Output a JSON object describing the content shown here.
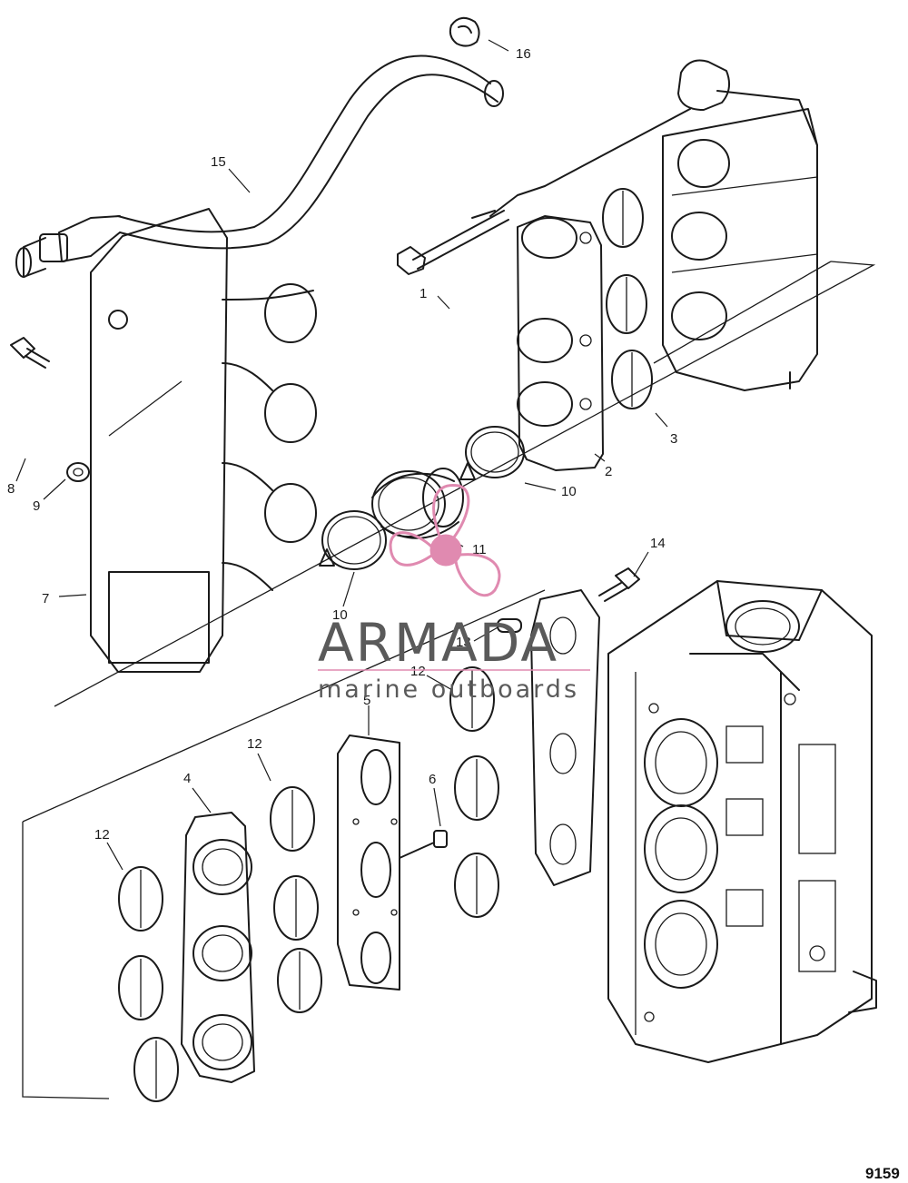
{
  "callouts": [
    "1",
    "2",
    "3",
    "4",
    "5",
    "6",
    "7",
    "8",
    "9",
    "10",
    "10",
    "11",
    "12",
    "12",
    "12",
    "13",
    "14",
    "15",
    "16"
  ],
  "watermark": {
    "brand": "ARMADA",
    "tagline": "marine outboards",
    "accent_color": "#e08ab0",
    "text_color": "#5a5a5a"
  },
  "figure_number": "9159"
}
